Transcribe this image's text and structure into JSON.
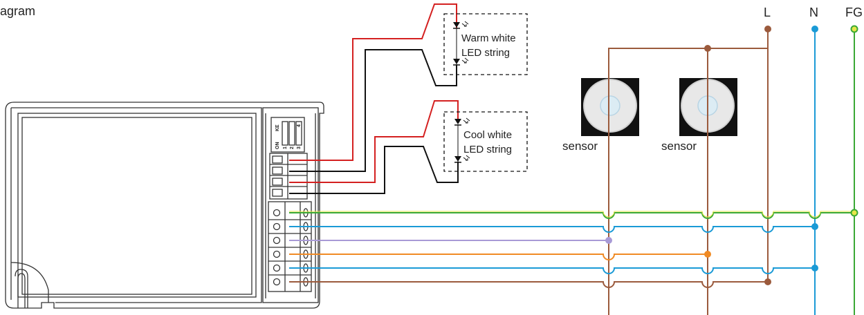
{
  "title": "agram",
  "bus_labels": {
    "l": "L",
    "n": "N",
    "fg": "FG"
  },
  "led_strings": {
    "warm": {
      "line1": "Warm white",
      "line2": "LED string"
    },
    "cool": {
      "line1": "Cool white",
      "line2": "LED string"
    }
  },
  "sensors": [
    {
      "label": "sensor"
    },
    {
      "label": "sensor"
    }
  ],
  "dip_switch": {
    "on_label": "ON",
    "ke_label": "KE",
    "positions": [
      "1",
      "2",
      "3",
      "4"
    ]
  },
  "colors": {
    "live": "#9b5a3c",
    "neutral": "#1a9ad6",
    "earth_green": "#3aa835",
    "earth_yellow": "#e6e64a",
    "purple": "#a89ad6",
    "orange": "#f08a24",
    "led_plus": "#d42020",
    "led_minus": "#111111",
    "sensor_body": "#111111",
    "driver_outline": "#333333"
  }
}
